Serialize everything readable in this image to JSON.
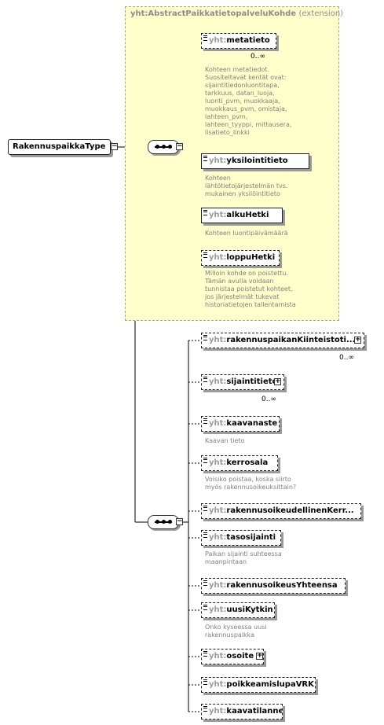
{
  "root": {
    "label": "RakennuspaikkaType"
  },
  "ext_group": {
    "title": "yht:AbstractPaikkatietopalveluKohde",
    "suffix": "(extension)"
  },
  "ns": "yht:",
  "elements": [
    {
      "name": "metatieto",
      "card": "0..∞",
      "doc": [
        "Kohteen metatiedot.",
        "Suositeltavat kentät ovat:",
        "sijaintitiedonluontitapa,",
        "tarkkuus, datan_luoja,",
        "luonti_pvm, muokkaaja,",
        "muokkaus_pvm, omistaja,",
        "lahteen_pvm,",
        "lahteen_tyyppi, mittausera,",
        "lisatieto_linkki"
      ]
    },
    {
      "name": "yksilointitieto",
      "doc": [
        "Kohteen",
        "lähtötietojärjestelmän  tvs.",
        "mukainen yksilöintitieto"
      ]
    },
    {
      "name": "alkuHetki",
      "doc": [
        "Kohteen luontipäivämäärä"
      ]
    },
    {
      "name": "loppuHetki",
      "doc": [
        "Milloin kohde on poistettu.",
        "Tämän avulla voidaan",
        "tunnistaa poistetut kohteet,",
        "jos järjestelmät tukevat",
        "historiatietojen tallentamista"
      ]
    },
    {
      "name": "rakennuspaikanKiinteistoti...",
      "card": "0..∞"
    },
    {
      "name": "sijaintitieto",
      "card": "0..∞"
    },
    {
      "name": "kaavanaste",
      "doc": [
        "Kaavan tieto"
      ]
    },
    {
      "name": "kerrosala",
      "doc": [
        "Voisiko poistaa, koska siirto",
        "myös rakennusoikeuksittain?"
      ]
    },
    {
      "name": "rakennusoikeudellinenKerr..."
    },
    {
      "name": "tasosijainti",
      "doc": [
        "Paikan sijainti suhteessa",
        "maanpintaan"
      ]
    },
    {
      "name": "rakennusoikeusYhteensa"
    },
    {
      "name": "uusiKytkin",
      "doc": [
        "Onko kyseessa uusi",
        "rakennuspaikka"
      ]
    },
    {
      "name": "osoite"
    },
    {
      "name": "poikkeamislupaVRK"
    },
    {
      "name": "kaavatilanne"
    }
  ]
}
